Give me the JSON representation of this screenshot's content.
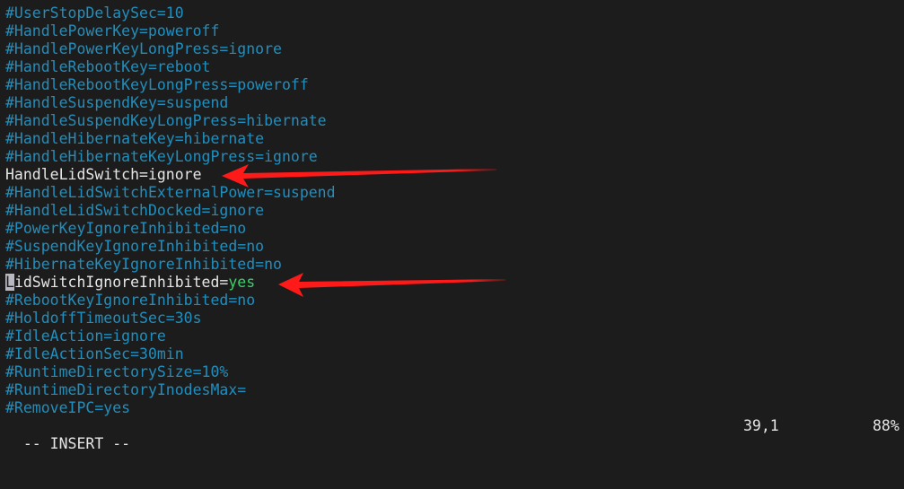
{
  "editor": {
    "lines": [
      {
        "text": "#UserStopDelaySec=10"
      },
      {
        "text": "#HandlePowerKey=poweroff"
      },
      {
        "text": "#HandlePowerKeyLongPress=ignore"
      },
      {
        "text": "#HandleRebootKey=reboot"
      },
      {
        "text": "#HandleRebootKeyLongPress=poweroff"
      },
      {
        "text": "#HandleSuspendKey=suspend"
      },
      {
        "text": "#HandleSuspendKeyLongPress=hibernate"
      },
      {
        "text": "#HandleHibernateKey=hibernate"
      },
      {
        "text": "#HandleHibernateKeyLongPress=ignore"
      },
      {
        "text": "HandleLidSwitch=ignore"
      },
      {
        "text": "#HandleLidSwitchExternalPower=suspend"
      },
      {
        "text": "#HandleLidSwitchDocked=ignore"
      },
      {
        "text": "#PowerKeyIgnoreInhibited=no"
      },
      {
        "text": "#SuspendKeyIgnoreInhibited=no"
      },
      {
        "text": "#HibernateKeyIgnoreInhibited=no"
      },
      {
        "cursor_char": "L",
        "key_rest": "idSwitchIgnoreInhibited=",
        "value": "yes"
      },
      {
        "text": "#RebootKeyIgnoreInhibited=no"
      },
      {
        "text": "#HoldoffTimeoutSec=30s"
      },
      {
        "text": "#IdleAction=ignore"
      },
      {
        "text": "#IdleActionSec=30min"
      },
      {
        "text": "#RuntimeDirectorySize=10%"
      },
      {
        "text": "#RuntimeDirectoryInodesMax="
      },
      {
        "text": "#RemoveIPC=yes"
      }
    ]
  },
  "statusbar": {
    "mode": "-- INSERT --",
    "position": "39,1",
    "percent": "88%"
  },
  "annotations": {
    "arrow_color": "#ff1a1a",
    "arrows": [
      {
        "target": "HandleLidSwitch=ignore"
      },
      {
        "target": "LidSwitchIgnoreInhibited=yes"
      }
    ]
  },
  "colors": {
    "background": "#1c1c1c",
    "comment": "#1f8fbf",
    "active_text": "#e6e6e6",
    "value_yes": "#3ecf6a",
    "cursor": "#b8b8c0"
  }
}
